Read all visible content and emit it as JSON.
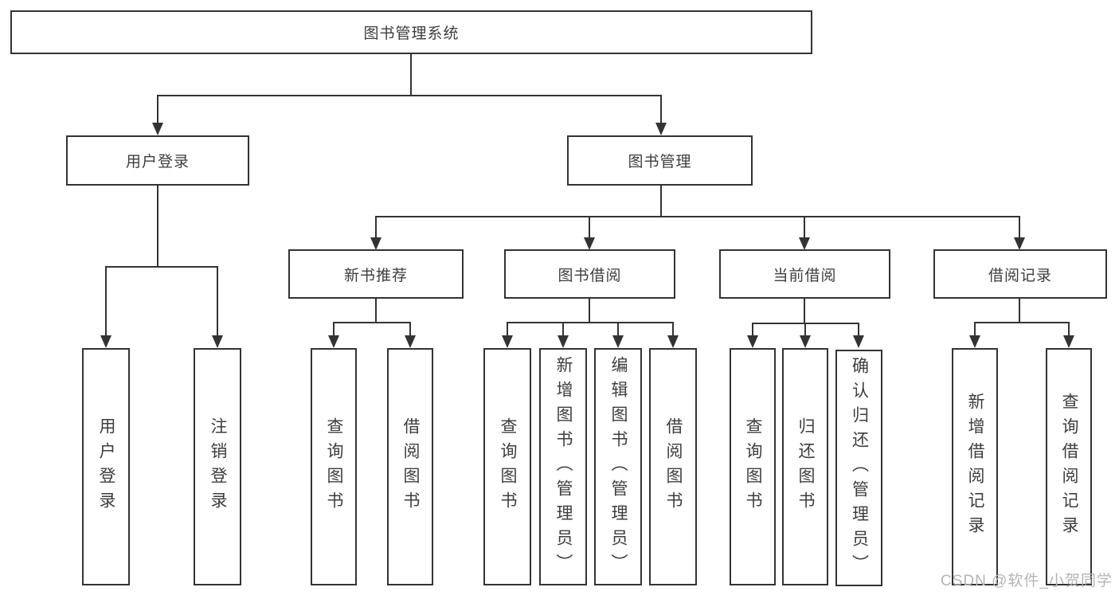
{
  "colors": {
    "line": "#333333",
    "text": "#3d3d3d",
    "box_background": "#ffffff",
    "page_background": "#ffffff",
    "watermark": "#b4b4b4"
  },
  "watermark": {
    "text": "CSDN @软件_小贺同学"
  },
  "tree": {
    "label": "图书管理系统",
    "children": [
      {
        "label": "用户登录",
        "children": [
          {
            "label": "用户登录"
          },
          {
            "label": "注销登录"
          }
        ]
      },
      {
        "label": "图书管理",
        "children": [
          {
            "label": "新书推荐",
            "children": [
              {
                "label": "查询图书"
              },
              {
                "label": "借阅图书"
              }
            ]
          },
          {
            "label": "图书借阅",
            "children": [
              {
                "label": "查询图书"
              },
              {
                "label": "新增图书（管理员）"
              },
              {
                "label": "编辑图书（管理员）"
              },
              {
                "label": "借阅图书"
              }
            ]
          },
          {
            "label": "当前借阅",
            "children": [
              {
                "label": "查询图书"
              },
              {
                "label": "归还图书"
              },
              {
                "label": "确认归还（管理员）"
              }
            ]
          },
          {
            "label": "借阅记录",
            "children": [
              {
                "label": "新增借阅记录"
              },
              {
                "label": "查询借阅记录"
              }
            ]
          }
        ]
      }
    ]
  }
}
